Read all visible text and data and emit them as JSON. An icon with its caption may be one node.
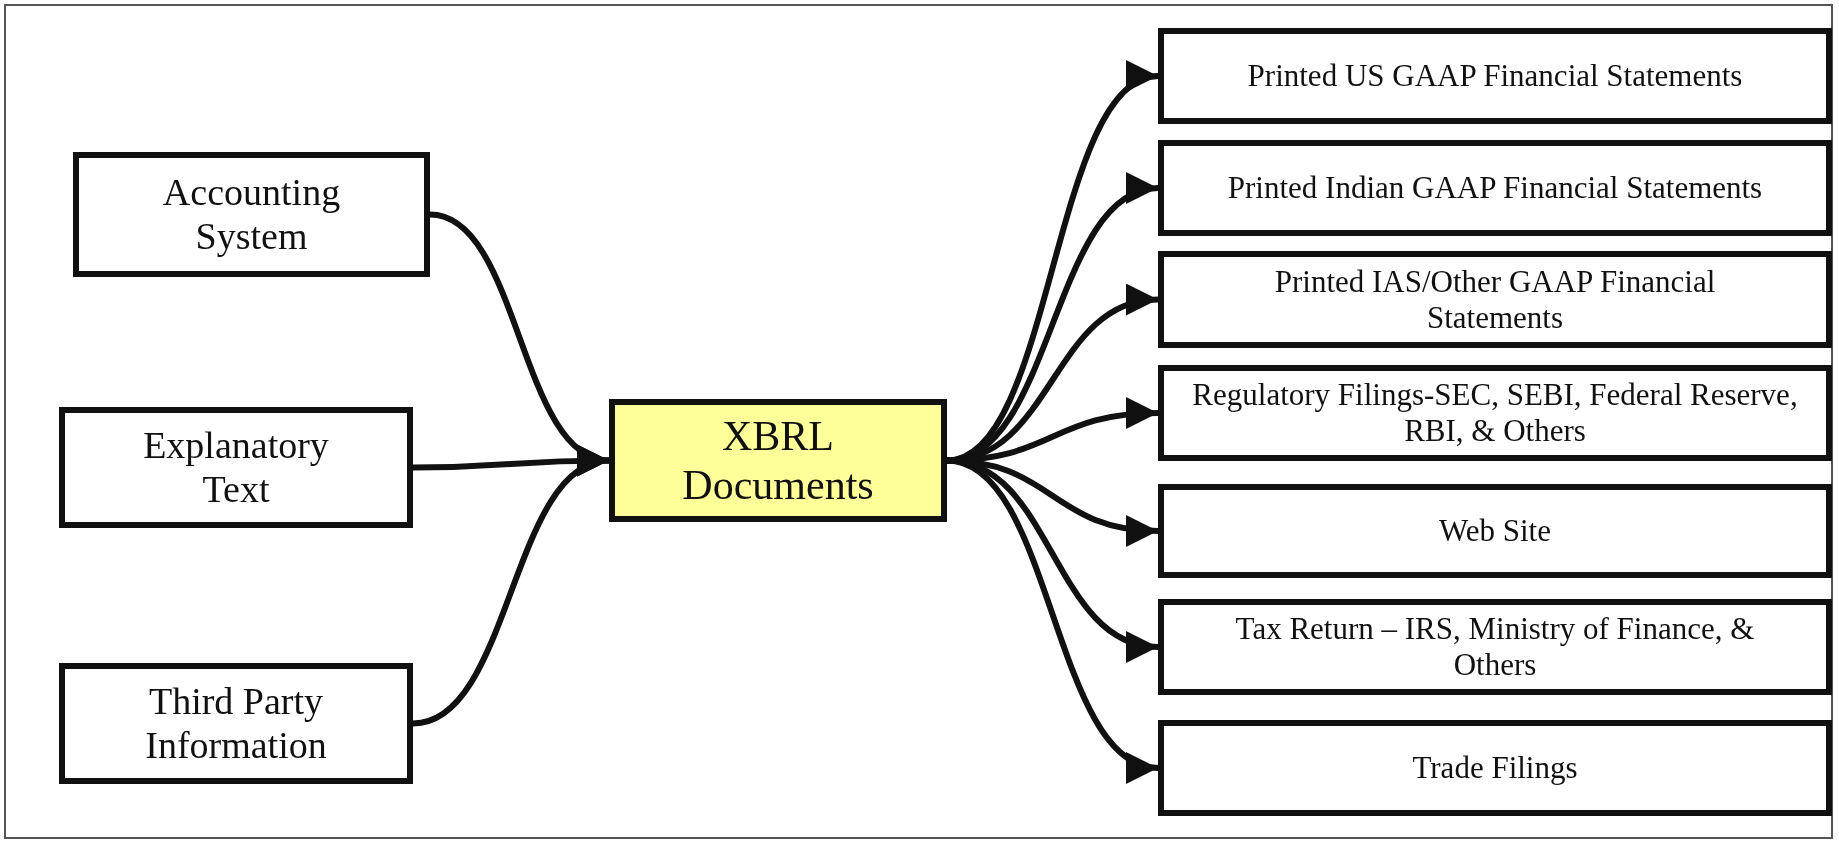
{
  "diagram": {
    "nodes": [
      {
        "text": [
          "Accounting System"
        ]
      },
      {
        "text": [
          "Explanatory Text"
        ]
      },
      {
        "text": [
          "Third Party Information"
        ]
      },
      {
        "text": [
          "XBRL Documents"
        ]
      },
      {
        "text": [
          "Printed US GAAP Financial Statements"
        ]
      },
      {
        "text": [
          "Printed Indian GAAP Financial Statements"
        ]
      },
      {
        "text": [
          "Printed IAS/Other GAAP Financial Statements"
        ]
      },
      {
        "text": [
          "Regulatory Filings-SEC, SEBI, Federal Reserve, RBI, & Others"
        ]
      },
      {
        "text": [
          "Web Site"
        ]
      },
      {
        "text": [
          "Tax Return – IRS, Ministry of Finance, & Others"
        ]
      },
      {
        "text": [
          "Trade Filings"
        ]
      }
    ],
    "edges": [
      {
        "from": 0,
        "to": 3,
        "arrow": "to"
      },
      {
        "from": 1,
        "to": 3,
        "arrow": "to"
      },
      {
        "from": 2,
        "to": 3,
        "arrow": "to"
      },
      {
        "from": 3,
        "to": 4,
        "arrow": "to"
      },
      {
        "from": 3,
        "to": 5,
        "arrow": "to"
      },
      {
        "from": 3,
        "to": 6,
        "arrow": "to"
      },
      {
        "from": 3,
        "to": 7,
        "arrow": "to"
      },
      {
        "from": 3,
        "to": 8,
        "arrow": "to"
      },
      {
        "from": 3,
        "to": 9,
        "arrow": "to"
      },
      {
        "from": 3,
        "to": 10,
        "arrow": "to"
      }
    ]
  }
}
